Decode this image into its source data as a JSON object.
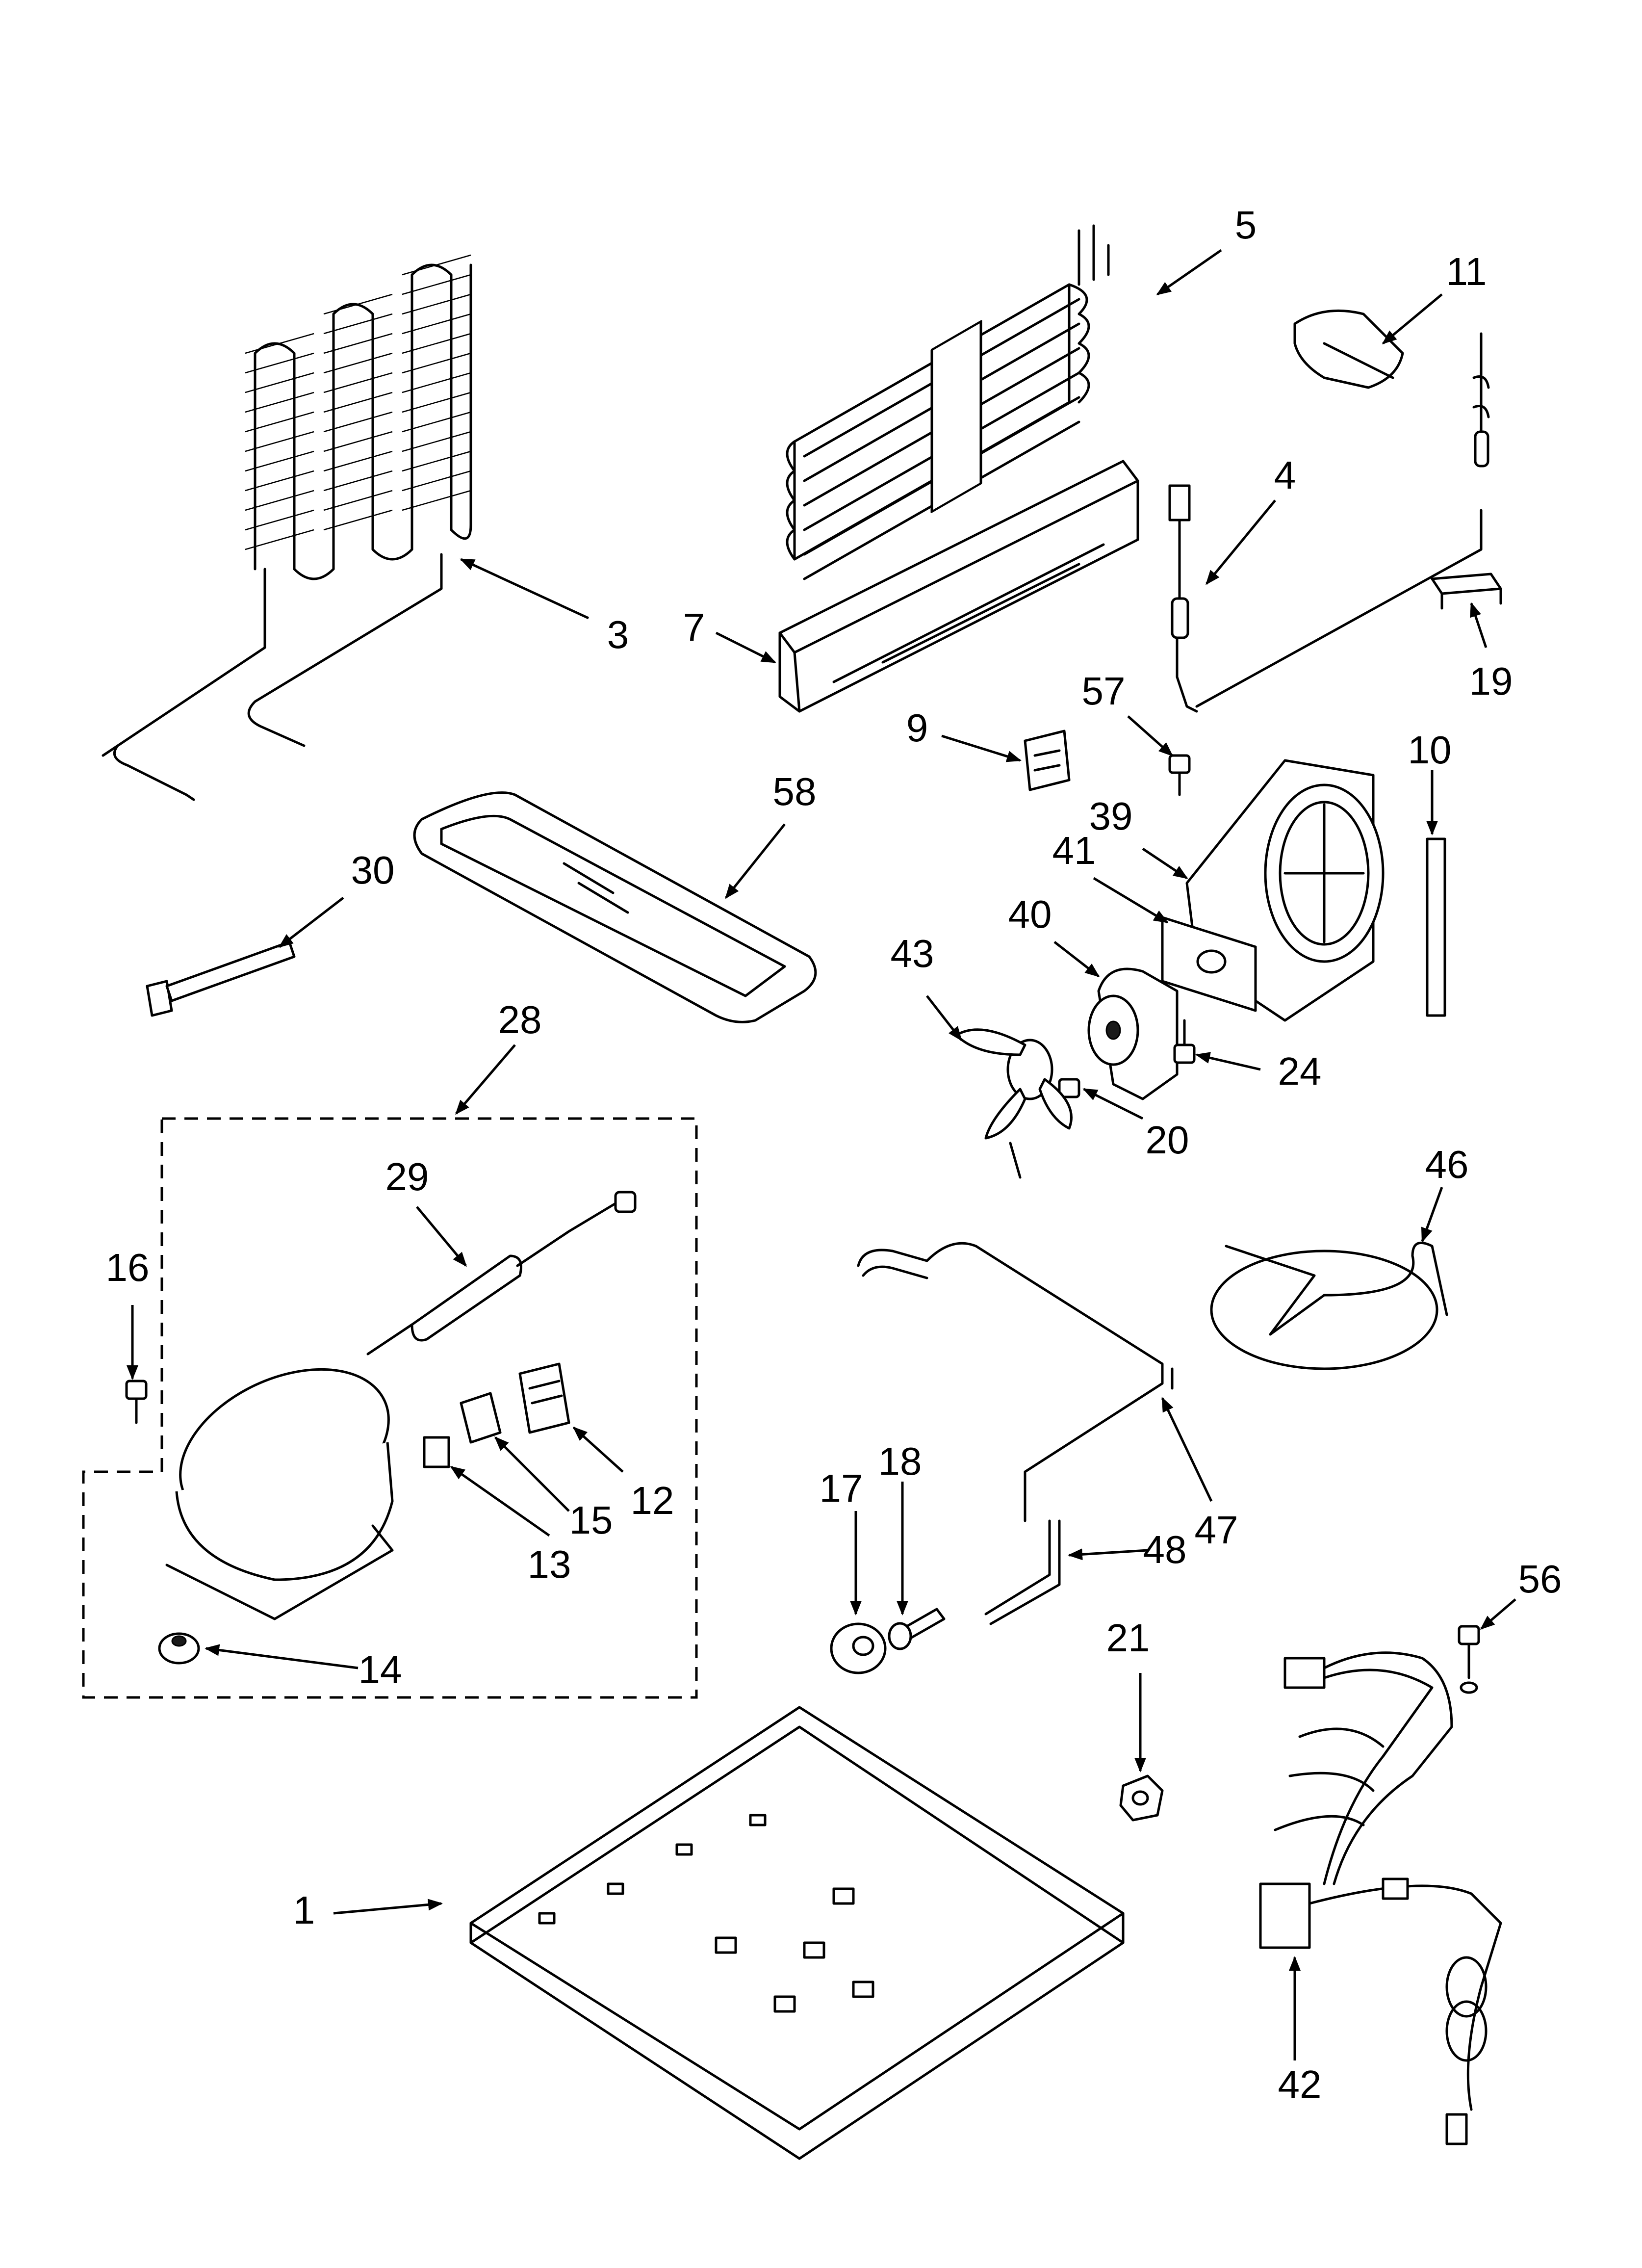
{
  "colors": {
    "ink": "#000000",
    "paper": "#ffffff"
  },
  "callouts": [
    {
      "id": "c1",
      "label": "1"
    },
    {
      "id": "c3",
      "label": "3"
    },
    {
      "id": "c4",
      "label": "4"
    },
    {
      "id": "c5",
      "label": "5"
    },
    {
      "id": "c7",
      "label": "7"
    },
    {
      "id": "c9",
      "label": "9"
    },
    {
      "id": "c10",
      "label": "10"
    },
    {
      "id": "c11",
      "label": "11"
    },
    {
      "id": "c12",
      "label": "12"
    },
    {
      "id": "c13",
      "label": "13"
    },
    {
      "id": "c14",
      "label": "14"
    },
    {
      "id": "c15",
      "label": "15"
    },
    {
      "id": "c16",
      "label": "16"
    },
    {
      "id": "c17",
      "label": "17"
    },
    {
      "id": "c18",
      "label": "18"
    },
    {
      "id": "c19",
      "label": "19"
    },
    {
      "id": "c20",
      "label": "20"
    },
    {
      "id": "c21",
      "label": "21"
    },
    {
      "id": "c24",
      "label": "24"
    },
    {
      "id": "c28",
      "label": "28"
    },
    {
      "id": "c29",
      "label": "29"
    },
    {
      "id": "c30",
      "label": "30"
    },
    {
      "id": "c39",
      "label": "39"
    },
    {
      "id": "c40",
      "label": "40"
    },
    {
      "id": "c41",
      "label": "41"
    },
    {
      "id": "c42",
      "label": "42"
    },
    {
      "id": "c43",
      "label": "43"
    },
    {
      "id": "c46",
      "label": "46"
    },
    {
      "id": "c47",
      "label": "47"
    },
    {
      "id": "c48",
      "label": "48"
    },
    {
      "id": "c56",
      "label": "56"
    },
    {
      "id": "c57",
      "label": "57"
    },
    {
      "id": "c58",
      "label": "58"
    }
  ]
}
